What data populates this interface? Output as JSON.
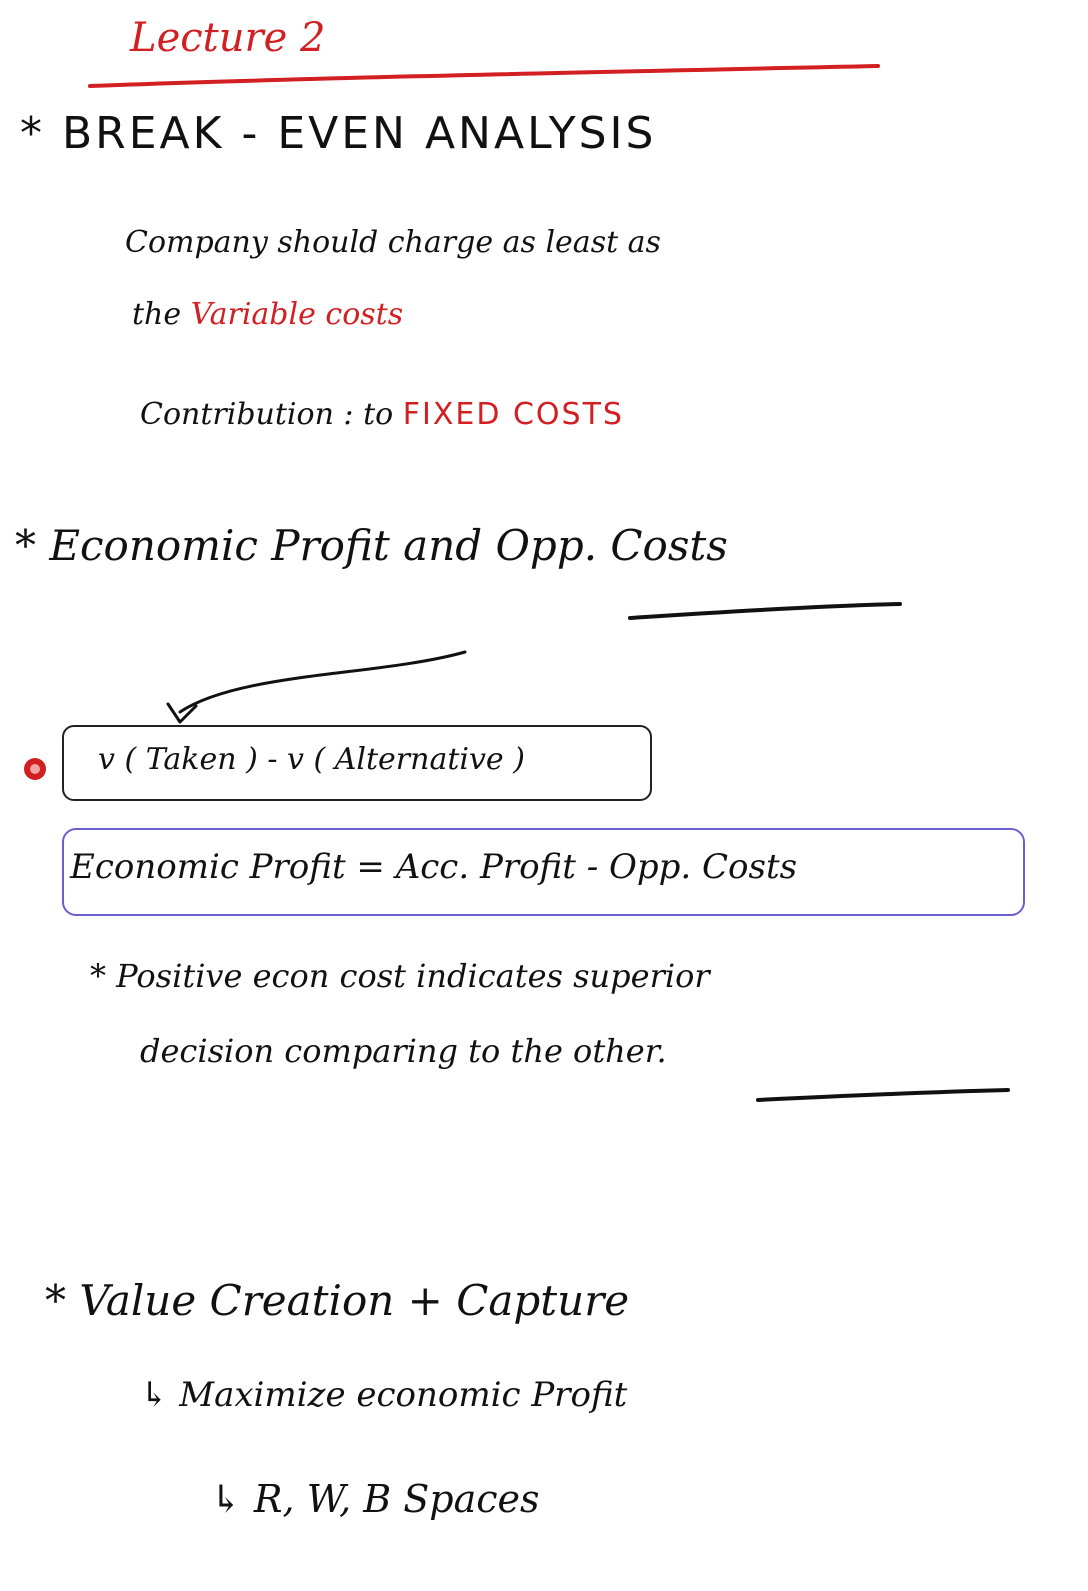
{
  "title": "Lecture 2",
  "section1": {
    "heading": "* BREAK - EVEN ANALYSIS",
    "line1": "Company should charge as least as",
    "line2_prefix": "the",
    "line2_highlight": "Variable costs",
    "contribution_prefix": "Contribution : to",
    "contribution_highlight": "FIXED COSTS"
  },
  "section2": {
    "heading_prefix": "* Economic Profit and",
    "heading_underlined": "Opp. Costs",
    "formula1": "v ( Taken ) - v ( Alternative )",
    "formula2": "Economic Profit = Acc. Profit - Opp. Costs",
    "note_line1": "* Positive econ cost indicates superior",
    "note_line2_prefix": "decision comparing to",
    "note_line2_underlined": "the other",
    "note_line2_suffix": "."
  },
  "section3": {
    "heading": "* Value Creation + Capture",
    "sub1": "↳ Maximize economic Profit",
    "sub2": "↳ R, W, B Spaces"
  },
  "colors": {
    "ink": "#111111",
    "red_ink": "#d11f22",
    "box_purple": "#6a5fd0"
  }
}
